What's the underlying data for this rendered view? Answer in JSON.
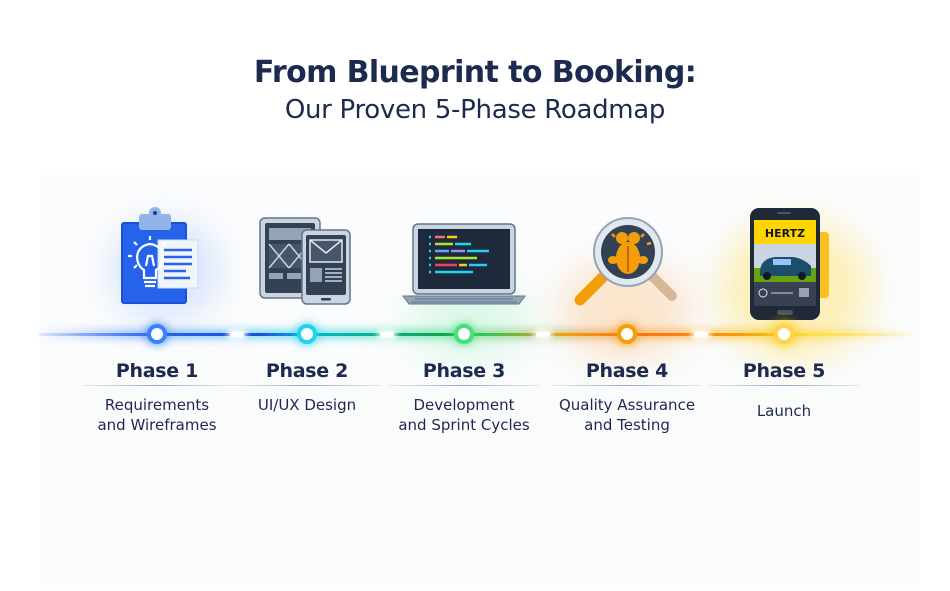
{
  "title": {
    "main": "From Blueprint to Booking:",
    "sub": "Our Proven 5-Phase Roadmap"
  },
  "phases": [
    {
      "label": "Phase 1",
      "description_line1": "Requirements",
      "description_line2": "and Wireframes",
      "icon": "clipboard-lightbulb-icon",
      "color": "#3b82f6"
    },
    {
      "label": "Phase 2",
      "description_line1": "UI/UX Design",
      "description_line2": "",
      "icon": "tablet-wireframe-icon",
      "color": "#22d3ee"
    },
    {
      "label": "Phase 3",
      "description_line1": "Development",
      "description_line2": "and Sprint Cycles",
      "icon": "laptop-code-icon",
      "color": "#4ade80"
    },
    {
      "label": "Phase 4",
      "description_line1": "Quality Assurance",
      "description_line2": "and Testing",
      "icon": "magnifying-glass-icon",
      "color": "#f59e0b"
    },
    {
      "label": "Phase 5",
      "description_line1": "Launch",
      "description_line2": "",
      "icon": "smartphone-app-icon",
      "color": "#facc15"
    }
  ],
  "phone_screen": {
    "brand": "HERTZ",
    "brand_bg": "#ffd600"
  }
}
